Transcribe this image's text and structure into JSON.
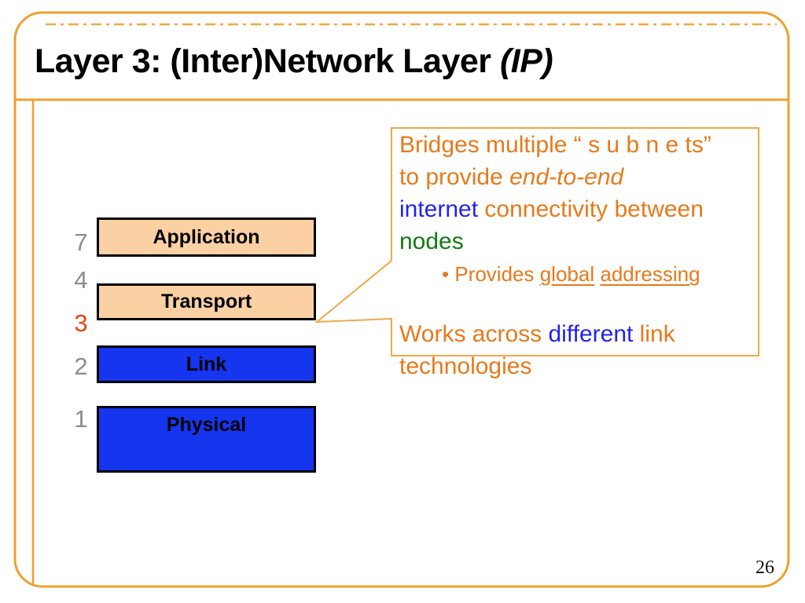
{
  "colors": {
    "accent_orange": "#EFA02D",
    "dash_orange": "#F2A93E",
    "callout_border": "#F0A848",
    "text_orange": "#E8791B",
    "text_blue": "#2222EE",
    "text_green": "#117A11",
    "num_gray": "#8C8C8C",
    "num_red": "#E8420E",
    "box_peach": "#FBD0A3",
    "box_blue": "#1535EE"
  },
  "title": {
    "main": "Layer 3: (Inter)Network Layer ",
    "italic": "(IP)"
  },
  "page_number": "26",
  "stack": {
    "numbers": [
      {
        "value": "7"
      },
      {
        "value": "4"
      },
      {
        "value": "3"
      },
      {
        "value": "2"
      },
      {
        "value": "1"
      }
    ],
    "boxes": [
      {
        "label": "Application"
      },
      {
        "label": "Transport"
      },
      {
        "label": "Link"
      },
      {
        "label": "Physical"
      }
    ]
  },
  "callout": {
    "line1": "Bridges multiple “ s u b n e ts”",
    "line2_pre": "to provide ",
    "line2_italic": "end-to-end",
    "line3_blue": "internet",
    "line3_rest": " connectivity between",
    "line4": "nodes",
    "bullet_marker": "• ",
    "bullet_pre": "Provides ",
    "bullet_u1": "global",
    "bullet_space": " ",
    "bullet_u2": "addressing",
    "line5_pre": "Works across ",
    "line5_blue": "different",
    "line5_post": " link",
    "line6": "technologies"
  }
}
